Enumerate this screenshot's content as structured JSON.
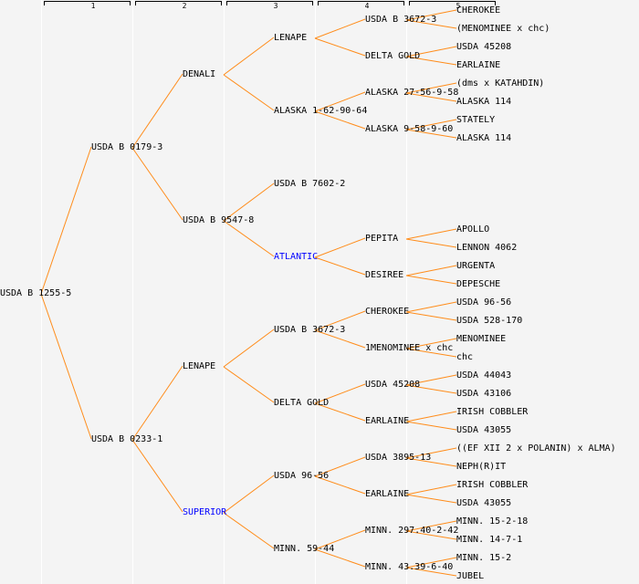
{
  "generation_headers": [
    "1",
    "2",
    "3",
    "4",
    "5"
  ],
  "line_color": "#ff8c1a",
  "highlight_color": "#0000ff",
  "tree": {
    "name": "USDA B 1255-5",
    "children": [
      {
        "name": "USDA B 0179-3",
        "children": [
          {
            "name": "DENALI",
            "children": [
              {
                "name": "LENAPE",
                "children": [
                  {
                    "name": "USDA B 3672-3",
                    "children": [
                      {
                        "name": "CHEROKEE"
                      },
                      {
                        "name": "(MENOMINEE x chc)"
                      }
                    ]
                  },
                  {
                    "name": "DELTA GOLD",
                    "children": [
                      {
                        "name": "USDA 45208"
                      },
                      {
                        "name": "EARLAINE"
                      }
                    ]
                  }
                ]
              },
              {
                "name": "ALASKA 1-62-90-64",
                "children": [
                  {
                    "name": "ALASKA 27-56-9-58",
                    "children": [
                      {
                        "name": "(dms x KATAHDIN)"
                      },
                      {
                        "name": "ALASKA 114"
                      }
                    ]
                  },
                  {
                    "name": "ALASKA 9-58-9-60",
                    "children": [
                      {
                        "name": "STATELY"
                      },
                      {
                        "name": "ALASKA 114"
                      }
                    ]
                  }
                ]
              }
            ]
          },
          {
            "name": "USDA B 9547-8",
            "children": [
              {
                "name": "USDA B 7602-2",
                "children": []
              },
              {
                "name": "ATLANTIC",
                "highlight": true,
                "children": [
                  {
                    "name": "PEPITA",
                    "children": [
                      {
                        "name": "APOLLO"
                      },
                      {
                        "name": "LENNON 4062"
                      }
                    ]
                  },
                  {
                    "name": "DESIREE",
                    "children": [
                      {
                        "name": "URGENTA"
                      },
                      {
                        "name": "DEPESCHE"
                      }
                    ]
                  }
                ]
              }
            ]
          }
        ]
      },
      {
        "name": "USDA B 0233-1",
        "children": [
          {
            "name": "LENAPE",
            "children": [
              {
                "name": "USDA B 3672-3",
                "children": [
                  {
                    "name": "CHEROKEE",
                    "children": [
                      {
                        "name": "USDA 96-56"
                      },
                      {
                        "name": "USDA 528-170"
                      }
                    ]
                  },
                  {
                    "name": "1MENOMINEE x chc",
                    "children": [
                      {
                        "name": "MENOMINEE"
                      },
                      {
                        "name": "chc"
                      }
                    ]
                  }
                ]
              },
              {
                "name": "DELTA GOLD",
                "children": [
                  {
                    "name": "USDA 45208",
                    "children": [
                      {
                        "name": "USDA 44043"
                      },
                      {
                        "name": "USDA 43106"
                      }
                    ]
                  },
                  {
                    "name": "EARLAINE",
                    "children": [
                      {
                        "name": "IRISH COBBLER"
                      },
                      {
                        "name": "USDA 43055"
                      }
                    ]
                  }
                ]
              }
            ]
          },
          {
            "name": "SUPERIOR",
            "highlight": true,
            "children": [
              {
                "name": "USDA 96-56",
                "children": [
                  {
                    "name": "USDA 3895-13",
                    "children": [
                      {
                        "name": "((EF XII 2 x POLANIN) x ALMA)"
                      },
                      {
                        "name": "NEPH(R)IT"
                      }
                    ]
                  },
                  {
                    "name": "EARLAINE",
                    "children": [
                      {
                        "name": "IRISH COBBLER"
                      },
                      {
                        "name": "USDA 43055"
                      }
                    ]
                  }
                ]
              },
              {
                "name": "MINN. 59-44",
                "children": [
                  {
                    "name": "MINN. 297.40-2-42",
                    "children": [
                      {
                        "name": "MINN. 15-2-18"
                      },
                      {
                        "name": "MINN. 14-7-1"
                      }
                    ]
                  },
                  {
                    "name": "MINN. 43.39-6-40",
                    "children": [
                      {
                        "name": "MINN. 15-2"
                      },
                      {
                        "name": "JUBEL"
                      }
                    ]
                  }
                ]
              }
            ]
          }
        ]
      }
    ]
  }
}
